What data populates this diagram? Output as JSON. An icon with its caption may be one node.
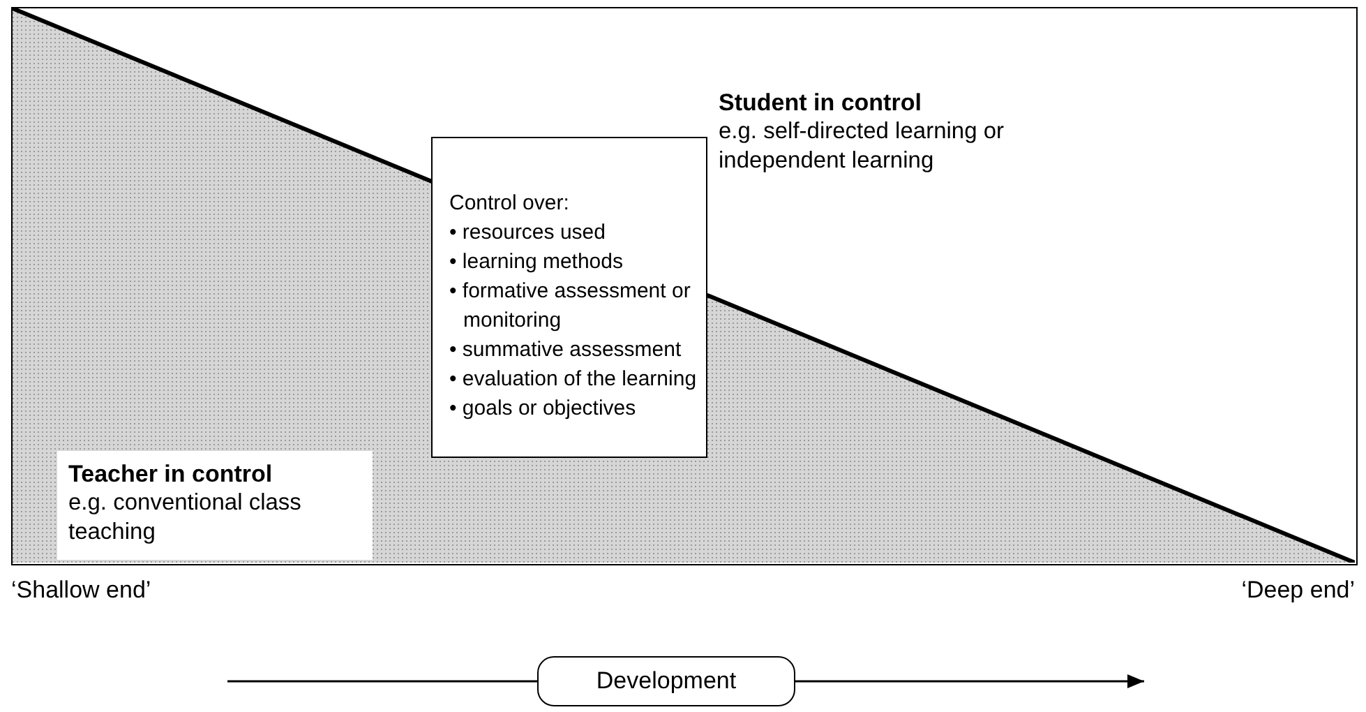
{
  "diagram": {
    "nodes": [
      {
        "text": [],
        "shape": "box"
      },
      {
        "text": [
          "Student in control",
          "e.g. self-directed learning or independent learning"
        ],
        "in": 0
      },
      {
        "text": [
          "Control over:",
          "• resources used",
          "• learning methods",
          "• formative assessment or monitoring",
          "• summative assessment",
          "• evaluation of the learning",
          "• goals or objectives"
        ],
        "in": 0
      },
      {
        "text": [
          "Teacher in control",
          "e.g. conventional class teaching"
        ],
        "in": 0
      },
      {
        "text": [
          "Development"
        ]
      }
    ],
    "edges": [
      {
        "from": null,
        "to": 4,
        "arrow": "none"
      },
      {
        "from": 4,
        "to": null,
        "arrow": "to"
      }
    ],
    "labels": [
      "‘Shallow end’",
      "‘Deep end’"
    ]
  }
}
